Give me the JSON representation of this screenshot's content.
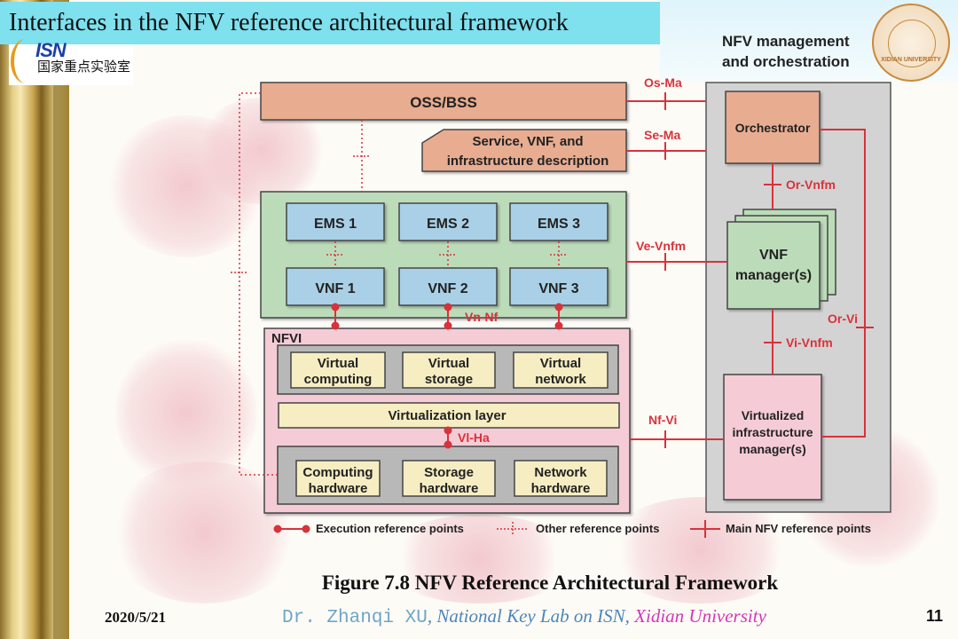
{
  "slide": {
    "title": "Interfaces in the NFV reference architectural framework",
    "lab_logo_text": "ISN",
    "lab_logo_cn": "国家重点实验室",
    "seal_text": "XIDIAN UNIVERSITY",
    "caption": "Figure 7.8  NFV Reference Architectural Framework",
    "date": "2020/5/21",
    "author_prefix": "Dr. Zhanqi XU",
    "author_mid": ", National Key Lab on ISN, ",
    "author_suffix": "Xidian University",
    "page_number": "11"
  },
  "diagram": {
    "mano_title_line1": "NFV management",
    "mano_title_line2": "and orchestration",
    "oss_bss": "OSS/BSS",
    "service_desc_line1": "Service, VNF, and",
    "service_desc_line2": "infrastructure description",
    "ems": [
      "EMS 1",
      "EMS 2",
      "EMS 3"
    ],
    "vnf": [
      "VNF 1",
      "VNF 2",
      "VNF 3"
    ],
    "nfvi_label": "NFVI",
    "virtual_resources": [
      {
        "line1": "Virtual",
        "line2": "computing"
      },
      {
        "line1": "Virtual",
        "line2": "storage"
      },
      {
        "line1": "Virtual",
        "line2": "network"
      }
    ],
    "virtualization_layer": "Virtualization layer",
    "hardware": [
      {
        "line1": "Computing",
        "line2": "hardware"
      },
      {
        "line1": "Storage",
        "line2": "hardware"
      },
      {
        "line1": "Network",
        "line2": "hardware"
      }
    ],
    "orchestrator": "Orchestrator",
    "vnf_manager_line1": "VNF",
    "vnf_manager_line2": "manager(s)",
    "vim_line1": "Virtualized",
    "vim_line2": "infrastructure",
    "vim_line3": "manager(s)",
    "reference_points": {
      "os_ma": "Os-Ma",
      "se_ma": "Se-Ma",
      "or_vnfm": "Or-Vnfm",
      "ve_vnfm": "Ve-Vnfm",
      "vn_nf": "Vn-Nf",
      "or_vi": "Or-Vi",
      "vi_vnfm": "Vi-Vnfm",
      "nf_vi": "Nf-Vi",
      "vi_ha": "Vl-Ha"
    },
    "legend": {
      "execution": "Execution reference points",
      "other": "Other reference points",
      "main": "Main NFV reference points"
    },
    "colors": {
      "red_line": "#d8323c",
      "salmon": "#e8ad91",
      "green": "#bcdcb9",
      "blue": "#a9d0e6",
      "pink": "#f5ccd6",
      "cream": "#f6edc2",
      "gray": "#d3d3d3",
      "dark_gray": "#b8b8b8"
    }
  }
}
